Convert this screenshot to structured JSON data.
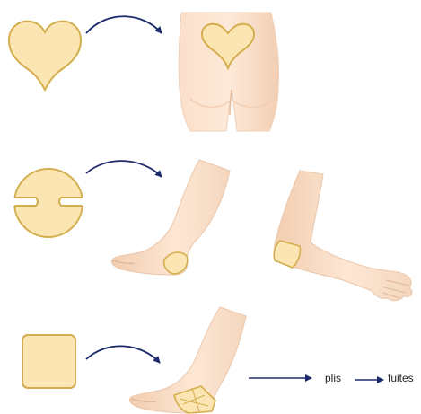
{
  "colors": {
    "dressing_fill": "#fbe6b3",
    "dressing_stroke": "#d4ae4e",
    "skin_light": "#fde7d4",
    "skin_mid": "#f6d2b4",
    "skin_shade": "#e9b894",
    "arrow": "#1b2a6b"
  },
  "rows": [
    {
      "dressing_shape": "heart",
      "target": "buttocks"
    },
    {
      "dressing_shape": "circle-with-slits",
      "targets": [
        "heel",
        "elbow"
      ]
    },
    {
      "dressing_shape": "square",
      "target": "heel"
    }
  ],
  "consequence": {
    "label_1": "plis",
    "label_2": "fuites"
  }
}
